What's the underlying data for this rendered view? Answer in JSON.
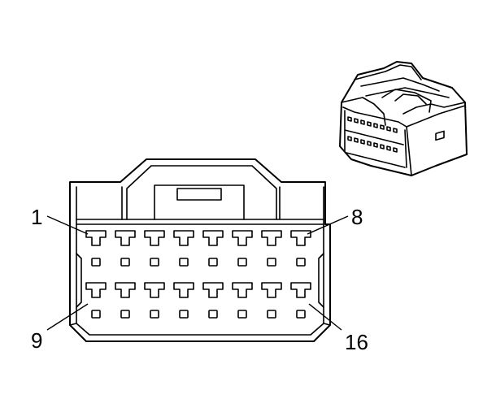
{
  "diagram": {
    "labels": {
      "top_left": "1",
      "top_right": "8",
      "bottom_left": "9",
      "bottom_right": "16"
    },
    "cavities_per_row": 8,
    "rows": 2
  }
}
